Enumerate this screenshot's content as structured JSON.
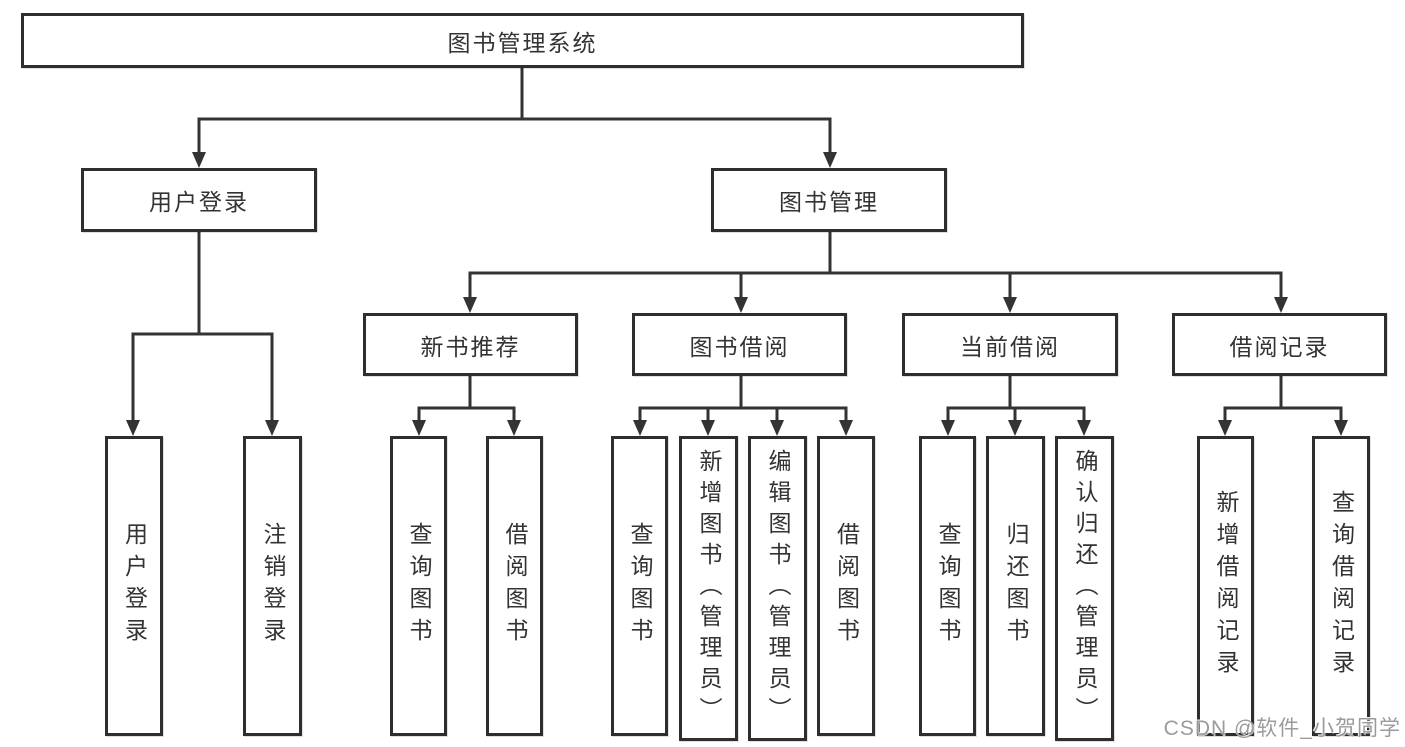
{
  "diagram": {
    "root": "图书管理系统",
    "user_login": {
      "label": "用户登录",
      "children": [
        "用户登录",
        "注销登录"
      ]
    },
    "book_mgmt": {
      "label": "图书管理",
      "sections": [
        {
          "label": "新书推荐",
          "children": [
            "查询图书",
            "借阅图书"
          ]
        },
        {
          "label": "图书借阅",
          "children": [
            "查询图书",
            "新增图书（管理员）",
            "编辑图书（管理员）",
            "借阅图书"
          ]
        },
        {
          "label": "当前借阅",
          "children": [
            "查询图书",
            "归还图书",
            "确认归还（管理员）"
          ]
        },
        {
          "label": "借阅记录",
          "children": [
            "新增借阅记录",
            "查询借阅记录"
          ]
        }
      ]
    }
  },
  "watermark": "CSDN @软件_小贺同学",
  "colors": {
    "line": "#333333",
    "box_border": "#2e2e2e",
    "text": "#333333",
    "watermark": "#9b9b9b",
    "background": "#ffffff"
  }
}
